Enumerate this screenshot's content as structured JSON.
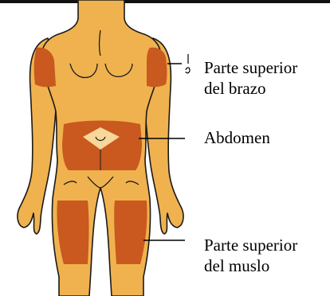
{
  "labels": {
    "arm_line1": "Parte superior",
    "arm_line2": "del brazo",
    "abdomen": "Abdomen",
    "thigh_line1": "Parte superior",
    "thigh_line2": "del muslo"
  },
  "colors": {
    "skin": "#F0B24E",
    "skin_outline": "#1a1a1a",
    "injection_zone": "#C9591E",
    "navel_patch": "#F7D79A",
    "background": "#FFFFFF"
  }
}
